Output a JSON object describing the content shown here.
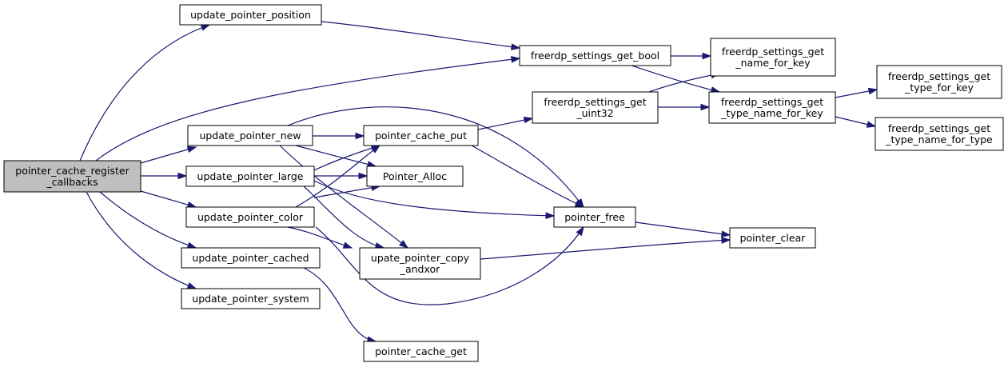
{
  "diagram": {
    "type": "call-graph",
    "nodes": {
      "root": {
        "lines": [
          "pointer_cache_register",
          "_callbacks"
        ],
        "highlighted": true
      },
      "upd_pos": {
        "lines": [
          "update_pointer_position"
        ]
      },
      "upd_new": {
        "lines": [
          "update_pointer_new"
        ]
      },
      "upd_large": {
        "lines": [
          "update_pointer_large"
        ]
      },
      "upd_color": {
        "lines": [
          "update_pointer_color"
        ]
      },
      "upd_cached": {
        "lines": [
          "update_pointer_cached"
        ]
      },
      "upd_system": {
        "lines": [
          "update_pointer_system"
        ]
      },
      "get_bool": {
        "lines": [
          "freerdp_settings_get_bool"
        ]
      },
      "get_uint32": {
        "lines": [
          "freerdp_settings_get",
          "_uint32"
        ]
      },
      "cache_put": {
        "lines": [
          "pointer_cache_put"
        ]
      },
      "alloc": {
        "lines": [
          "Pointer_Alloc"
        ]
      },
      "copy_andxor": {
        "lines": [
          "upate_pointer_copy",
          "_andxor"
        ]
      },
      "cache_get": {
        "lines": [
          "pointer_cache_get"
        ]
      },
      "pfree": {
        "lines": [
          "pointer_free"
        ]
      },
      "pclear": {
        "lines": [
          "pointer_clear"
        ]
      },
      "name_for_key": {
        "lines": [
          "freerdp_settings_get",
          "_name_for_key"
        ]
      },
      "type_name_for_key": {
        "lines": [
          "freerdp_settings_get",
          "_type_name_for_key"
        ]
      },
      "type_for_key": {
        "lines": [
          "freerdp_settings_get",
          "_type_for_key"
        ]
      },
      "type_name_for_type": {
        "lines": [
          "freerdp_settings_get",
          "_type_name_for_type"
        ]
      }
    },
    "edges": [
      [
        "root",
        "upd_pos"
      ],
      [
        "root",
        "get_bool"
      ],
      [
        "root",
        "upd_new"
      ],
      [
        "root",
        "upd_large"
      ],
      [
        "root",
        "upd_color"
      ],
      [
        "root",
        "upd_cached"
      ],
      [
        "root",
        "upd_system"
      ],
      [
        "upd_pos",
        "get_bool"
      ],
      [
        "upd_new",
        "cache_put"
      ],
      [
        "upd_new",
        "alloc"
      ],
      [
        "upd_new",
        "copy_andxor"
      ],
      [
        "upd_new",
        "pfree"
      ],
      [
        "upd_large",
        "cache_put"
      ],
      [
        "upd_large",
        "alloc"
      ],
      [
        "upd_large",
        "copy_andxor"
      ],
      [
        "upd_large",
        "pfree"
      ],
      [
        "upd_color",
        "cache_put"
      ],
      [
        "upd_color",
        "alloc"
      ],
      [
        "upd_color",
        "copy_andxor"
      ],
      [
        "upd_color",
        "pfree"
      ],
      [
        "upd_cached",
        "cache_get"
      ],
      [
        "cache_put",
        "get_uint32"
      ],
      [
        "cache_put",
        "pfree"
      ],
      [
        "get_bool",
        "name_for_key"
      ],
      [
        "get_bool",
        "type_name_for_key"
      ],
      [
        "get_uint32",
        "name_for_key"
      ],
      [
        "get_uint32",
        "type_name_for_key"
      ],
      [
        "type_name_for_key",
        "type_for_key"
      ],
      [
        "type_name_for_key",
        "type_name_for_type"
      ],
      [
        "pfree",
        "pclear"
      ],
      [
        "copy_andxor",
        "pclear"
      ]
    ],
    "colors": {
      "edge": "#191970",
      "node_border": "#000000",
      "node_fill": "#ffffff",
      "highlight_fill": "#bfbfbf"
    }
  }
}
